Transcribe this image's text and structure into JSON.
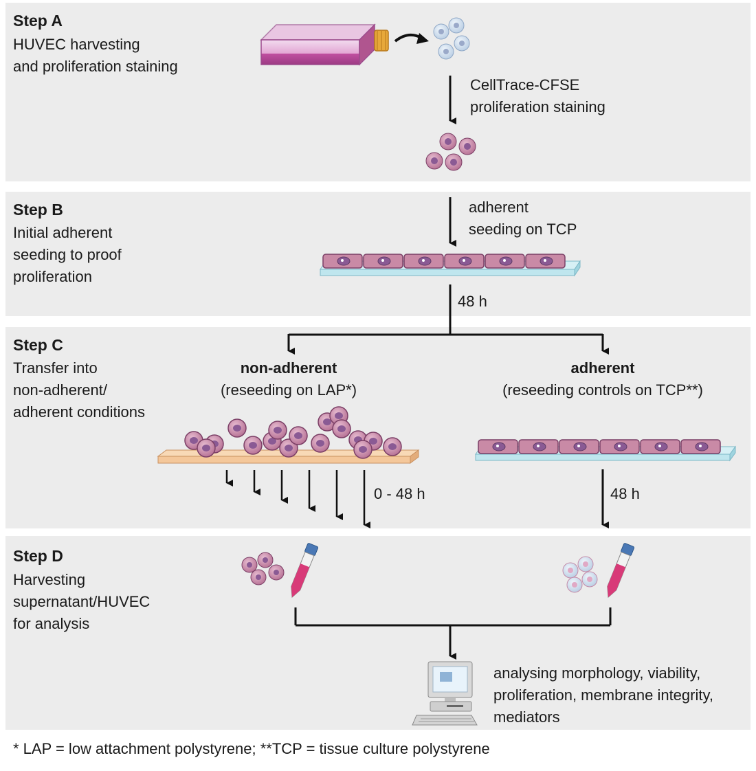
{
  "steps": [
    {
      "title": "Step A",
      "lines": [
        "HUVEC harvesting",
        "and proliferation staining"
      ]
    },
    {
      "title": "Step B",
      "lines": [
        "Initial adherent",
        "seeding to proof",
        "proliferation"
      ]
    },
    {
      "title": "Step C",
      "lines": [
        "Transfer into",
        "non-adherent/",
        "adherent conditions"
      ]
    },
    {
      "title": "Step D",
      "lines": [
        "Harvesting",
        "supernatant/HUVEC",
        "for analysis"
      ]
    }
  ],
  "labels": {
    "staining": [
      "CellTrace-CFSE",
      "proliferation staining"
    ],
    "seeding": [
      "adherent",
      "seeding on TCP"
    ],
    "time_b": "48 h",
    "nonadherent_title": "non-adherent",
    "nonadherent_sub": "(reseeding on LAP*)",
    "adherent_title": "adherent",
    "adherent_sub": "(reseeding controls on TCP**)",
    "time_nonadherent": "0 - 48 h",
    "time_adherent": "48 h",
    "analysis": [
      "analysing morphology, viability,",
      "proliferation, membrane integrity,",
      "mediators"
    ]
  },
  "footnote": "* LAP = low attachment polystyrene; **TCP = tissue culture polystyrene",
  "colors": {
    "panel": "#ececec",
    "cell_fill": "#c98aa6",
    "cell_nucleus": "#8a5a94",
    "plate_tcp": "#bfe6ee",
    "plate_lap": "#f4c79a",
    "flask_medium": "#c04fa0",
    "tube_liquid": "#d83a78",
    "tube_cap": "#4a78b5"
  },
  "icons": [
    "culture-flask-icon",
    "suspension-cells-icon",
    "stained-cells-icon",
    "adherent-cell-layer-icon",
    "lap-plate-icon",
    "tube-icon",
    "computer-icon"
  ]
}
